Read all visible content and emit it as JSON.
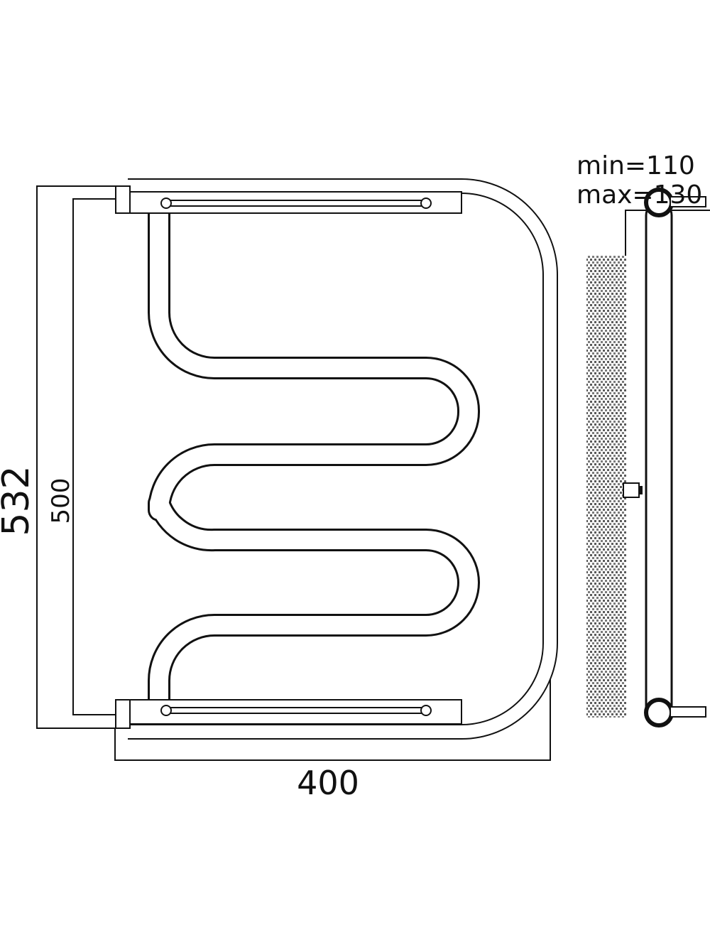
{
  "dimensions": {
    "total_height": "532",
    "center_distance": "500",
    "width": "400",
    "wall_distance_min": "min=110",
    "wall_distance_max": "max=130"
  },
  "colors": {
    "line": "#111111",
    "background": "#ffffff",
    "wall_hatch": "#7a7a7a"
  }
}
